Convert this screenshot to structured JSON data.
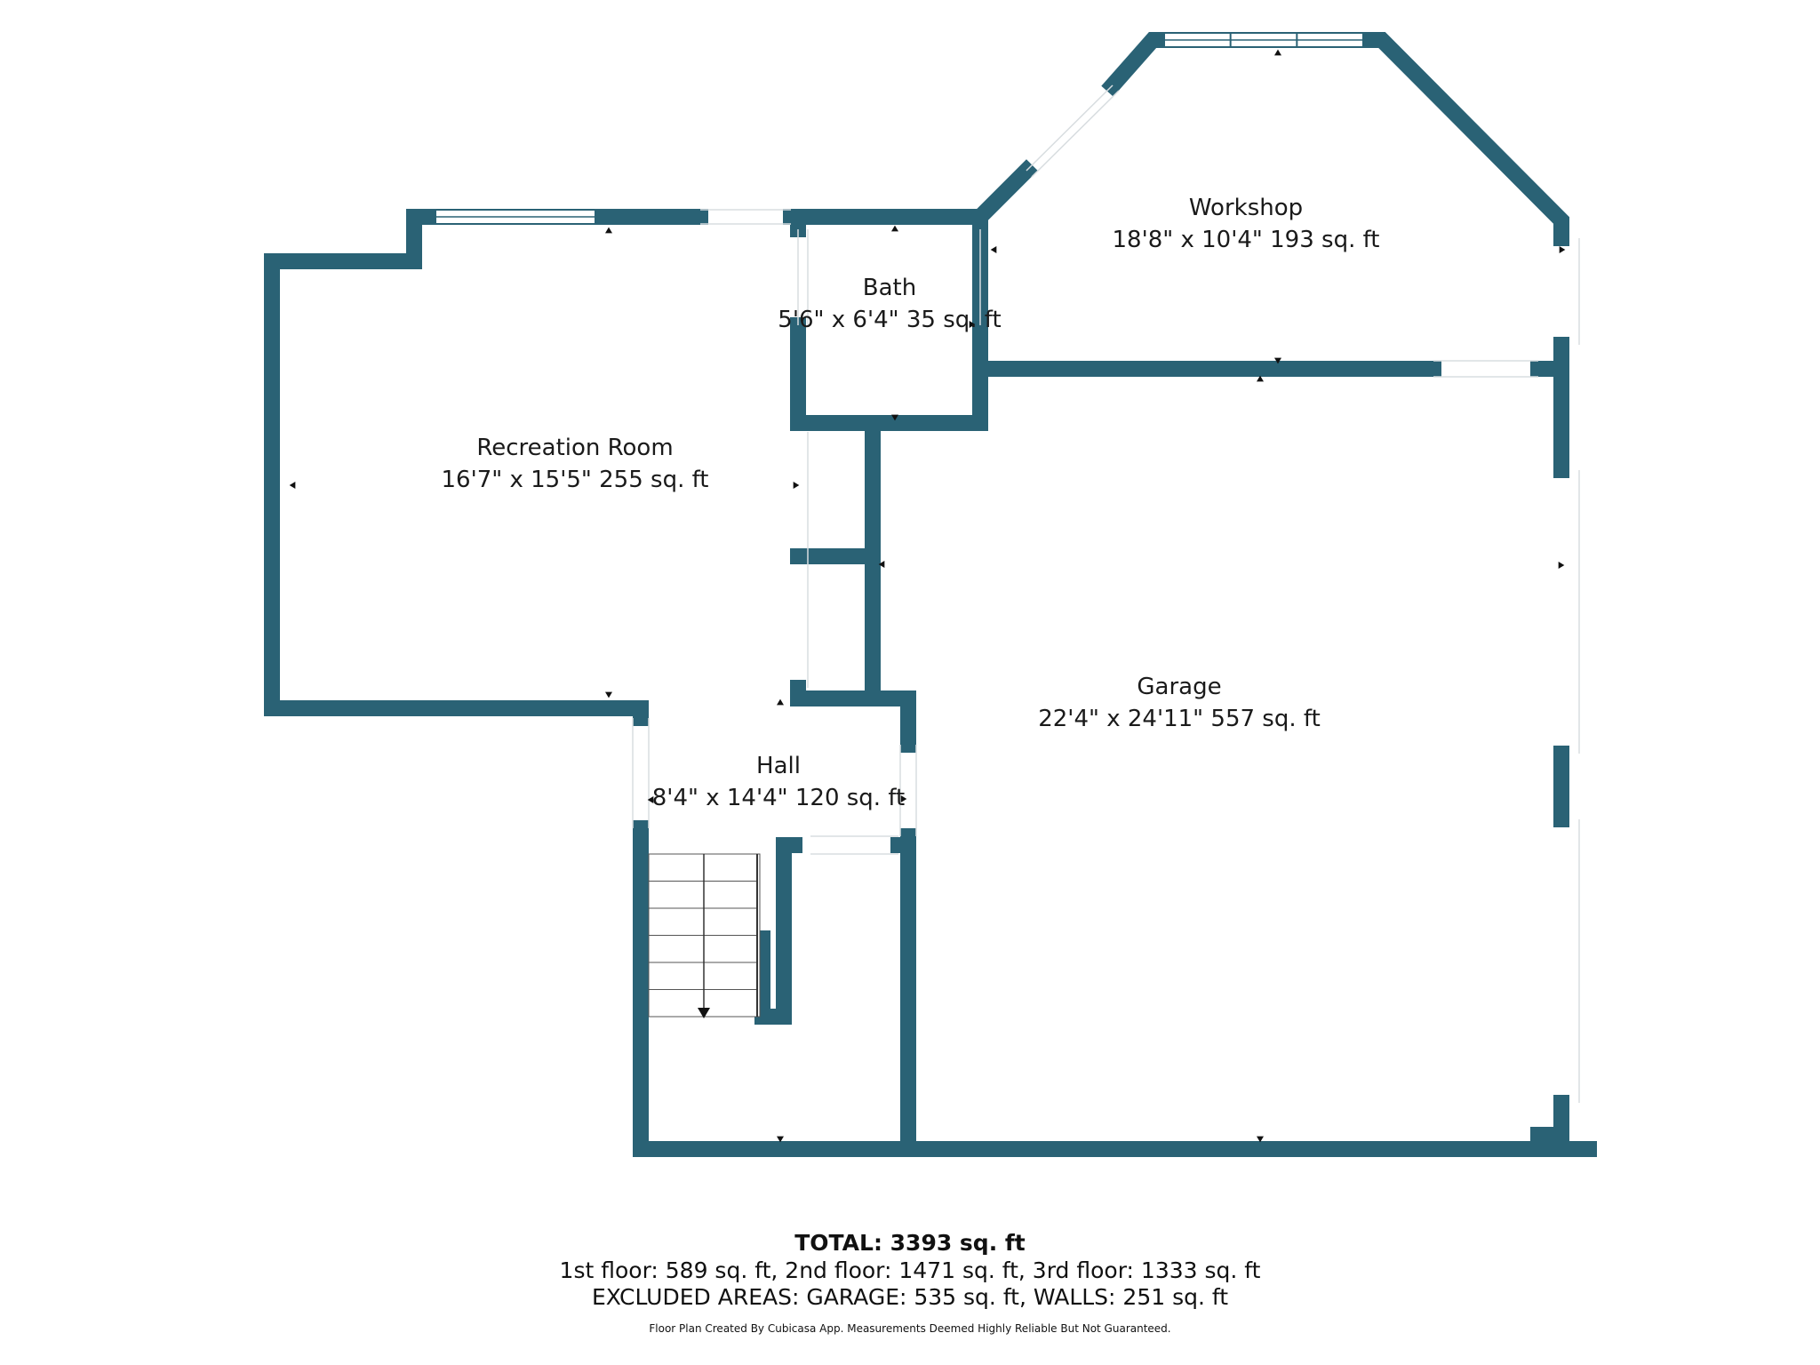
{
  "colors": {
    "wall": "#2a6275",
    "window_frame": "#2a6275",
    "marker": "#111111",
    "text": "#1a1a1a"
  },
  "rooms": {
    "recreation": {
      "name": "Recreation Room",
      "dims": "16'7\" x 15'5\" 255 sq. ft"
    },
    "workshop": {
      "name": "Workshop",
      "dims": "18'8\" x 10'4\" 193 sq. ft"
    },
    "bath": {
      "name": "Bath",
      "dims": "5'6\" x 6'4\" 35 sq. ft"
    },
    "garage": {
      "name": "Garage",
      "dims": "22'4\" x 24'11\" 557 sq. ft"
    },
    "hall": {
      "name": "Hall",
      "dims": "8'4\" x 14'4\" 120 sq. ft"
    }
  },
  "summary": {
    "total": "TOTAL: 3393 sq. ft",
    "floors": "1st floor: 589 sq. ft, 2nd floor: 1471 sq. ft, 3rd floor: 1333 sq. ft",
    "excluded": "EXCLUDED AREAS: GARAGE: 535 sq. ft, WALLS: 251 sq. ft",
    "credit": "Floor Plan Created By Cubicasa App. Measurements Deemed Highly Reliable But Not Guaranteed."
  }
}
